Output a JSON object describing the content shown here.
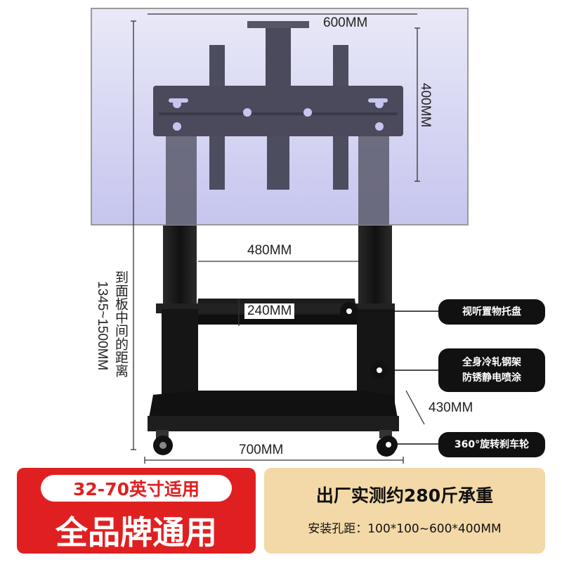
{
  "dimensions": {
    "width_600": "600MM",
    "height_400": "400MM",
    "width_480": "480MM",
    "shelf_240": "240MM",
    "height_430": "430MM",
    "base_700": "700MM"
  },
  "side_label": {
    "line1": "到面板中间的距离",
    "line2": "1345~1500MM"
  },
  "callouts": [
    {
      "text": "视听置物托盘"
    },
    {
      "text": "全身冷轧钢架\n防锈静电喷涂"
    },
    {
      "text": "360°旋转刹车轮"
    }
  ],
  "banner_left": {
    "top": "32-70英寸适用",
    "bottom": "全品牌通用"
  },
  "banner_right": {
    "top": "出厂实测约280斤承重",
    "bottom": "安装孔距：100*100~600*400MM"
  },
  "colors": {
    "red": "#e02020",
    "tan": "#f3d9a8",
    "tv_fill": "#c9c8ef",
    "frame": "#1a1a1a"
  }
}
